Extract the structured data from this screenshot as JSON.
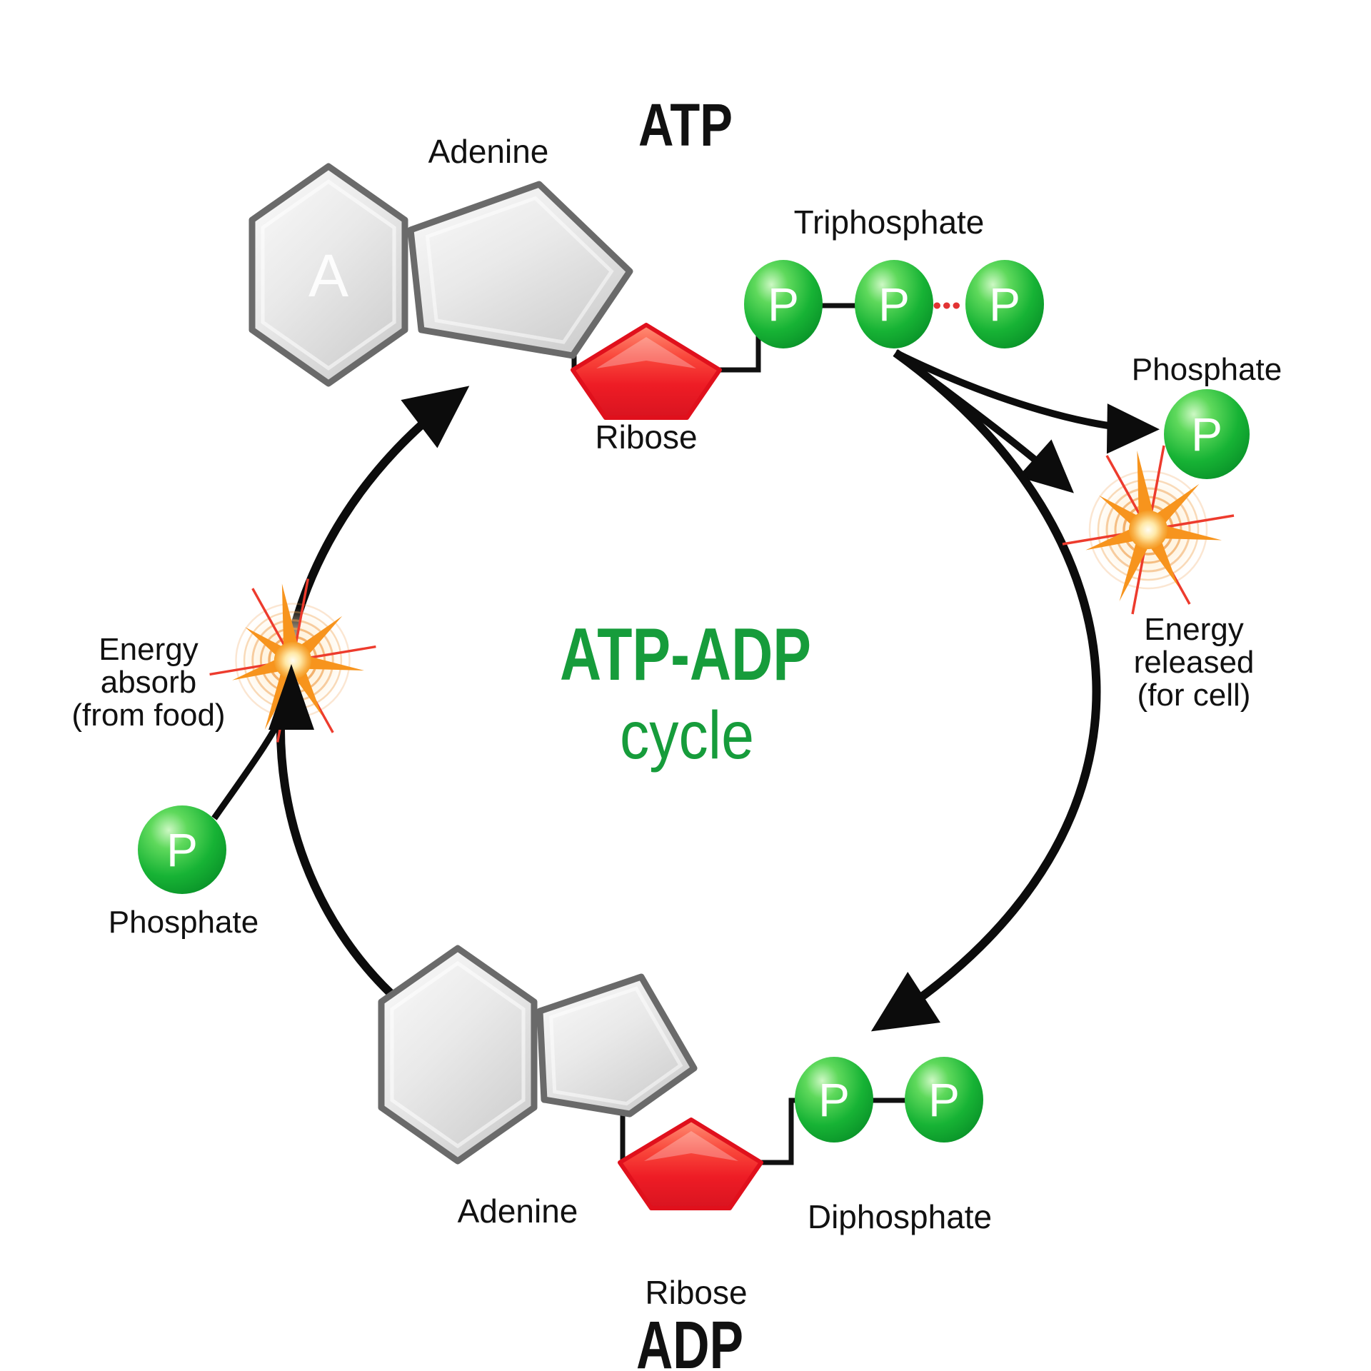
{
  "diagram": {
    "atp_title": "ATP",
    "adp_title": "ADP",
    "center_title_line1": "ATP-ADP",
    "center_title_line2": "cycle",
    "labels": {
      "adenine_top": "Adenine",
      "triphosphate": "Triphosphate",
      "ribose_top": "Ribose",
      "phosphate_right": "Phosphate",
      "energy_released_1": "Energy",
      "energy_released_2": "released",
      "energy_released_3": "(for cell)",
      "energy_absorb_1": "Energy",
      "energy_absorb_2": "absorb",
      "energy_absorb_3": "(from food)",
      "phosphate_left": "Phosphate",
      "adenine_bottom": "Adenine",
      "ribose_bottom": "Ribose",
      "diphosphate": "Diphosphate"
    },
    "symbols": {
      "phosphorus": "P",
      "adenine": "A"
    },
    "colors": {
      "title_green": "#169c3b",
      "sphere_green": "#0fa02f",
      "ribose_red": "#ee1c25",
      "burst_orange": "#f7941d",
      "bond_dotted_red": "#e23333",
      "text_black": "#111111"
    }
  }
}
